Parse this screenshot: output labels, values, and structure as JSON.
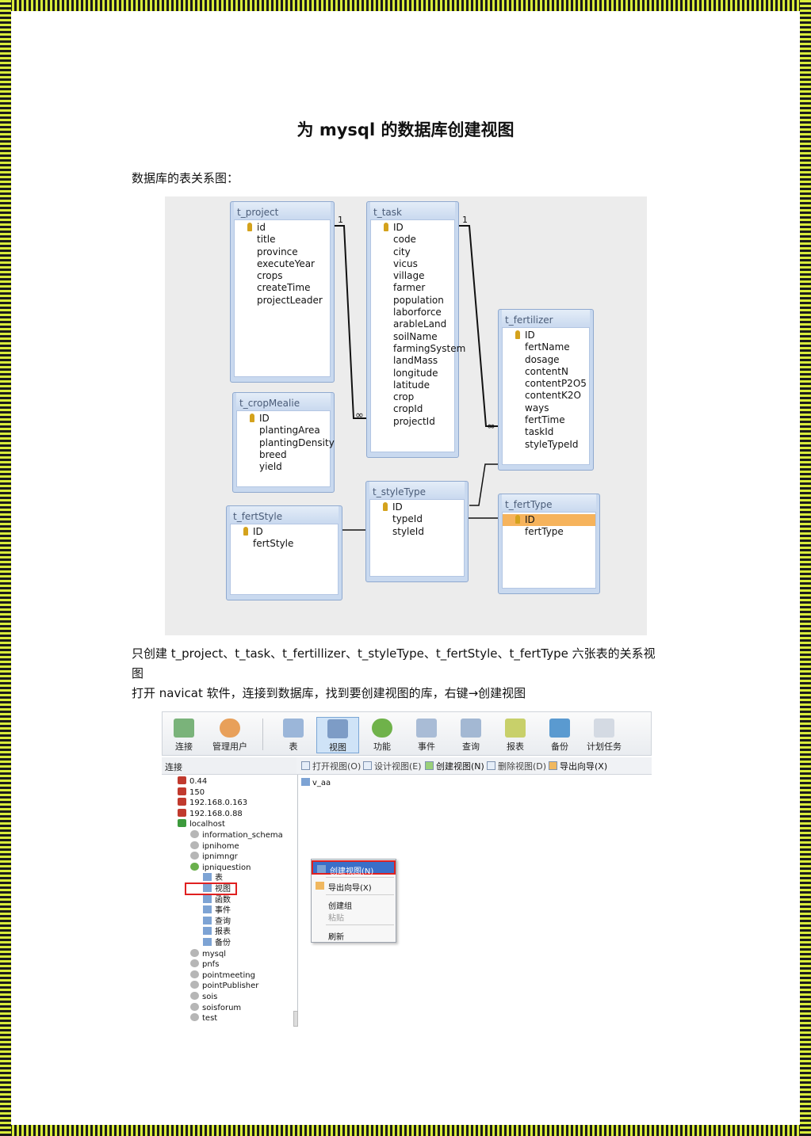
{
  "title": "为 mysql 的数据库创建视图",
  "caption_er": "数据库的表关系图：",
  "er": {
    "tables": {
      "t_project": {
        "name": "t_project",
        "fields": [
          "id",
          "title",
          "province",
          "executeYear",
          "crops",
          "createTime",
          "projectLeader"
        ]
      },
      "t_task": {
        "name": "t_task",
        "fields": [
          "ID",
          "code",
          "city",
          "vicus",
          "village",
          "farmer",
          "population",
          "laborforce",
          "arableLand",
          "soilName",
          "farmingSystem",
          "landMass",
          "longitude",
          "latitude",
          "crop",
          "cropId",
          "projectId"
        ]
      },
      "t_fertilizer": {
        "name": "t_fertilizer",
        "fields": [
          "ID",
          "fertName",
          "dosage",
          "contentN",
          "contentP2O5",
          "contentK2O",
          "ways",
          "fertTime",
          "taskId",
          "styleTypeId"
        ]
      },
      "t_cropMealie": {
        "name": "t_cropMealie",
        "fields": [
          "ID",
          "plantingArea",
          "plantingDensity",
          "breed",
          "yield"
        ]
      },
      "t_styleType": {
        "name": "t_styleType",
        "fields": [
          "ID",
          "typeId",
          "styleId"
        ]
      },
      "t_fertStyle": {
        "name": "t_fertStyle",
        "fields": [
          "ID",
          "fertStyle"
        ]
      },
      "t_fertType": {
        "name": "t_fertType",
        "fields": [
          "ID",
          "fertType"
        ]
      }
    },
    "one_label": "1",
    "many_label": "∞"
  },
  "para1_line1": "只创建 t_project、t_task、t_fertillizer、t_styleType、t_fertStyle、t_fertType 六张表的关系视",
  "para1_line2": "图",
  "para2": "打开 navicat 软件，连接到数据库，找到要创建视图的库，右键→创建视图",
  "navicat": {
    "toolbar": [
      "连接",
      "管理用户",
      "表",
      "视图",
      "功能",
      "事件",
      "查询",
      "报表",
      "备份",
      "计划任务"
    ],
    "subtoolbar": [
      "打开视图(O)",
      "设计视图(E)",
      "创建视图(N)",
      "删除视图(D)",
      "导出向导(X)"
    ],
    "left_header": "连接",
    "connections": [
      "0.44",
      "150",
      "192.168.0.163",
      "192.168.0.88",
      "localhost"
    ],
    "databases": [
      "information_schema",
      "ipnihome",
      "ipnimngr",
      "ipniquestion"
    ],
    "db_children": [
      "表",
      "视图",
      "函数",
      "事件",
      "查询",
      "报表",
      "备份"
    ],
    "databases_more": [
      "mysql",
      "pnfs",
      "pointmeeting",
      "pointPublisher",
      "sois",
      "soisforum",
      "test"
    ],
    "view_item": "v_aa",
    "context_menu": {
      "create_view": "创建视图(N)",
      "export_wizard": "导出向导(X)",
      "create_group": "创建组",
      "paste": "粘贴",
      "refresh": "刷新"
    },
    "colors": {
      "selection": "#3a6fc9",
      "highlight_box": "#e02020",
      "active_button": "#cfe3f7"
    }
  }
}
